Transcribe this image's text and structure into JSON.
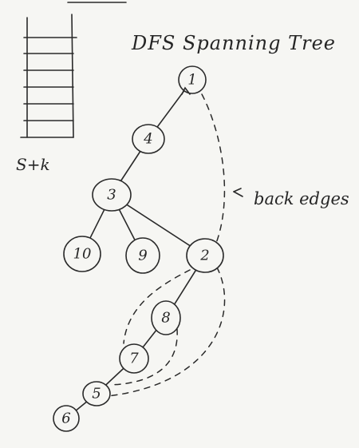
{
  "title": "DFS Spanning Tree",
  "stack_label": "S+k",
  "back_edges_label": "back edges",
  "nodes": [
    {
      "id": "1",
      "label": "1"
    },
    {
      "id": "4",
      "label": "4"
    },
    {
      "id": "3",
      "label": "3"
    },
    {
      "id": "10",
      "label": "10"
    },
    {
      "id": "9",
      "label": "9"
    },
    {
      "id": "2",
      "label": "2"
    },
    {
      "id": "8",
      "label": "8"
    },
    {
      "id": "7",
      "label": "7"
    },
    {
      "id": "5",
      "label": "5"
    },
    {
      "id": "6",
      "label": "6"
    }
  ],
  "tree_edges": [
    [
      "1",
      "4"
    ],
    [
      "4",
      "3"
    ],
    [
      "3",
      "10"
    ],
    [
      "3",
      "9"
    ],
    [
      "3",
      "2"
    ],
    [
      "2",
      "8"
    ],
    [
      "8",
      "7"
    ],
    [
      "7",
      "5"
    ],
    [
      "5",
      "6"
    ]
  ],
  "back_edges": [
    [
      "2",
      "1"
    ],
    [
      "7",
      "2"
    ],
    [
      "5",
      "2"
    ],
    [
      "5",
      "8"
    ]
  ]
}
